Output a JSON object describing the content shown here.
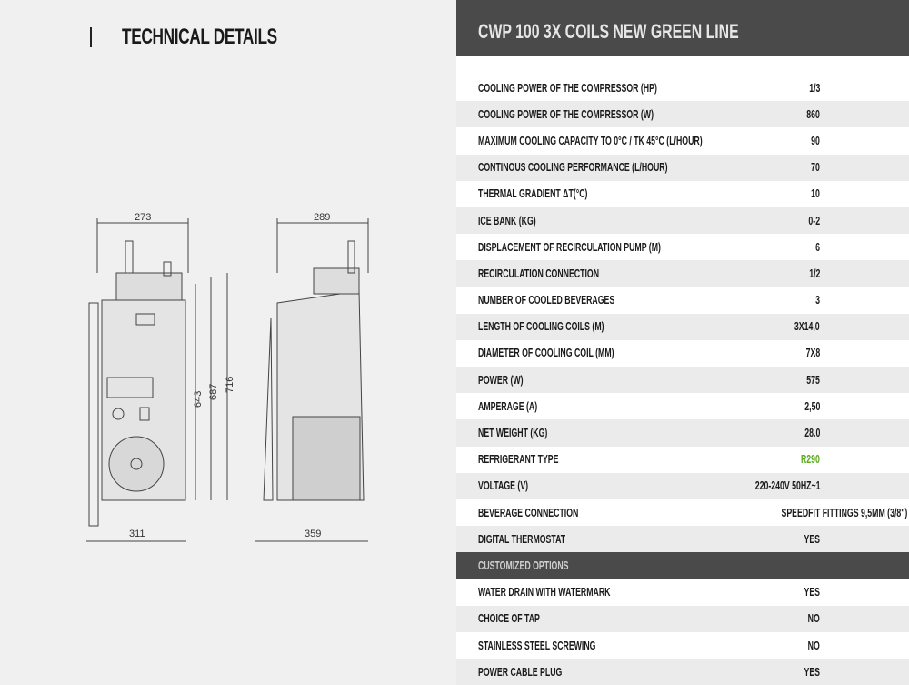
{
  "left": {
    "title": "TECHNICAL DETAILS",
    "dims": {
      "front_top": "273",
      "front_bottom": "311",
      "side_top": "289",
      "side_bottom": "359",
      "h1": "643",
      "h2": "687",
      "h3": "716"
    }
  },
  "product": {
    "title": "CWP 100 3X COILS NEW GREEN LINE",
    "accent": "#5aaa1e"
  },
  "specs": [
    {
      "label": "COOLING POWER OF THE COMPRESSOR (HP)",
      "value": "1/3"
    },
    {
      "label": "COOLING POWER OF THE COMPRESSOR (W)",
      "value": "860"
    },
    {
      "label": "MAXIMUM COOLING CAPACITY TO 0°C / TK 45°C (L/HOUR)",
      "value": "90"
    },
    {
      "label": "CONTINOUS COOLING PERFORMANCE (L/HOUR)",
      "value": "70"
    },
    {
      "label": "THERMAL GRADIENT ΔT(°C)",
      "value": "10"
    },
    {
      "label": "ICE BANK (KG)",
      "value": "0-2"
    },
    {
      "label": "DISPLACEMENT OF RECIRCULATION PUMP (M)",
      "value": "6"
    },
    {
      "label": "RECIRCULATION CONNECTION",
      "value": "1/2"
    },
    {
      "label": "NUMBER OF COOLED BEVERAGES",
      "value": "3"
    },
    {
      "label": "LENGTH OF COOLING COILS (M)",
      "value": "3X14,0"
    },
    {
      "label": "DIAMETER OF COOLING COIL (MM)",
      "value": "7X8"
    },
    {
      "label": "POWER (W)",
      "value": "575"
    },
    {
      "label": "AMPERAGE (A)",
      "value": "2,50"
    },
    {
      "label": "NET WEIGHT (KG)",
      "value": "28.0"
    },
    {
      "label": "REFRIGERANT TYPE",
      "value": "R290"
    },
    {
      "label": "VOLTAGE (V)",
      "value": "220-240V 50HZ~1"
    },
    {
      "label": "BEVERAGE CONNECTION",
      "value": "SPEEDFIT FITTINGS 9,5MM (3/8\")"
    },
    {
      "label": "DIGITAL THERMOSTAT",
      "value": "YES"
    }
  ],
  "options_title": "CUSTOMIZED OPTIONS",
  "options": [
    {
      "label": "WATER DRAIN WITH WATERMARK",
      "value": "YES"
    },
    {
      "label": "CHOICE OF TAP",
      "value": "NO"
    },
    {
      "label": "STAINLESS STEEL SCREWING",
      "value": "NO"
    },
    {
      "label": "POWER CABLE PLUG",
      "value": "YES"
    }
  ]
}
